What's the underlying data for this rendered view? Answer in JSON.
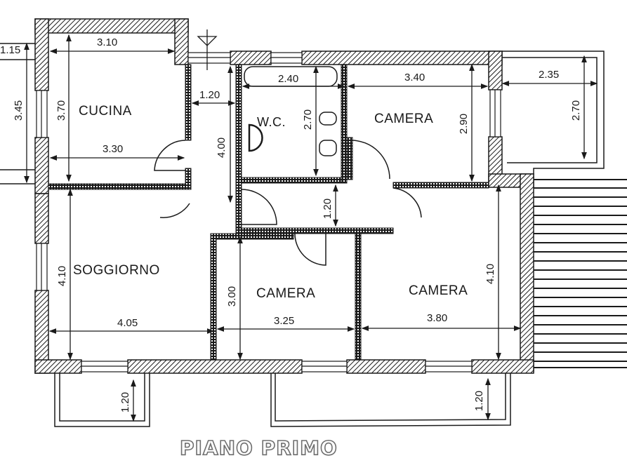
{
  "title": "PIANO PRIMO",
  "rooms": [
    {
      "id": "cucina",
      "label": "CUCINA"
    },
    {
      "id": "wc",
      "label": "W.C."
    },
    {
      "id": "camera-ne",
      "label": "CAMERA"
    },
    {
      "id": "soggiorno",
      "label": "SOGGIORNO"
    },
    {
      "id": "camera-s",
      "label": "CAMERA"
    },
    {
      "id": "camera-se",
      "label": "CAMERA"
    }
  ],
  "dimensions": {
    "balcony_w_width": "1.15",
    "balcony_w_height": "3.45",
    "cucina_width_top": "3.10",
    "cucina_height": "3.70",
    "cucina_width_bottom": "3.30",
    "corridor_width": "1.20",
    "corridor_length": "4.00",
    "wc_width": "2.40",
    "wc_height": "2.70",
    "hall_width": "1.20",
    "camera_ne_width": "3.40",
    "camera_ne_height": "2.90",
    "terrace_ne_width": "2.35",
    "terrace_ne_height": "2.70",
    "soggiorno_height": "4.10",
    "soggiorno_width": "4.05",
    "camera_s_height": "3.00",
    "camera_s_width": "3.25",
    "camera_se_width": "3.80",
    "camera_se_height": "4.10",
    "balcony_sw_depth": "1.20",
    "balcony_se_depth": "1.20"
  },
  "colors": {
    "line": "#1a1a1a",
    "background": "#ffffff",
    "title_outline": "#6f6f6f"
  }
}
